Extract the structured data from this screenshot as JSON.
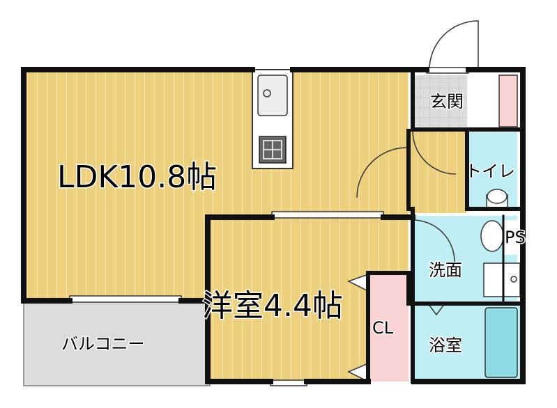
{
  "rooms": {
    "ldk": "LDK10.8帖",
    "western_room": "洋室4.4帖",
    "entrance": "玄関",
    "toilet": "トイレ",
    "pipe_space": "PS",
    "washroom": "洗面",
    "bathroom": "浴室",
    "closet": "CL",
    "balcony": "バルコニー"
  },
  "colors": {
    "floor_wood": "#ecd07e",
    "floor_stripe": "#f7e6ad",
    "wall": "#111111",
    "wet_area": "#bfeef4",
    "closet_pink": "#f9d3d3",
    "balcony_gray": "#dcdcdc",
    "entrance_tile": "#d9d9d9"
  }
}
